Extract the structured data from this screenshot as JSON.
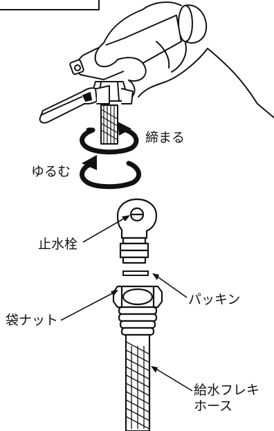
{
  "labels": {
    "tighten": "締まる",
    "loosen": "ゆるむ",
    "stopcock": "止水栓",
    "packing": "パッキン",
    "cap_nut": "袋ナット",
    "hose_line1": "給水フレキ",
    "hose_line2": "ホース"
  },
  "icons": {
    "tighten": "clockwise-arrow-icon",
    "loosen": "counterclockwise-arrow-icon"
  },
  "colors": {
    "line": "#111111",
    "background": "#ffffff"
  }
}
